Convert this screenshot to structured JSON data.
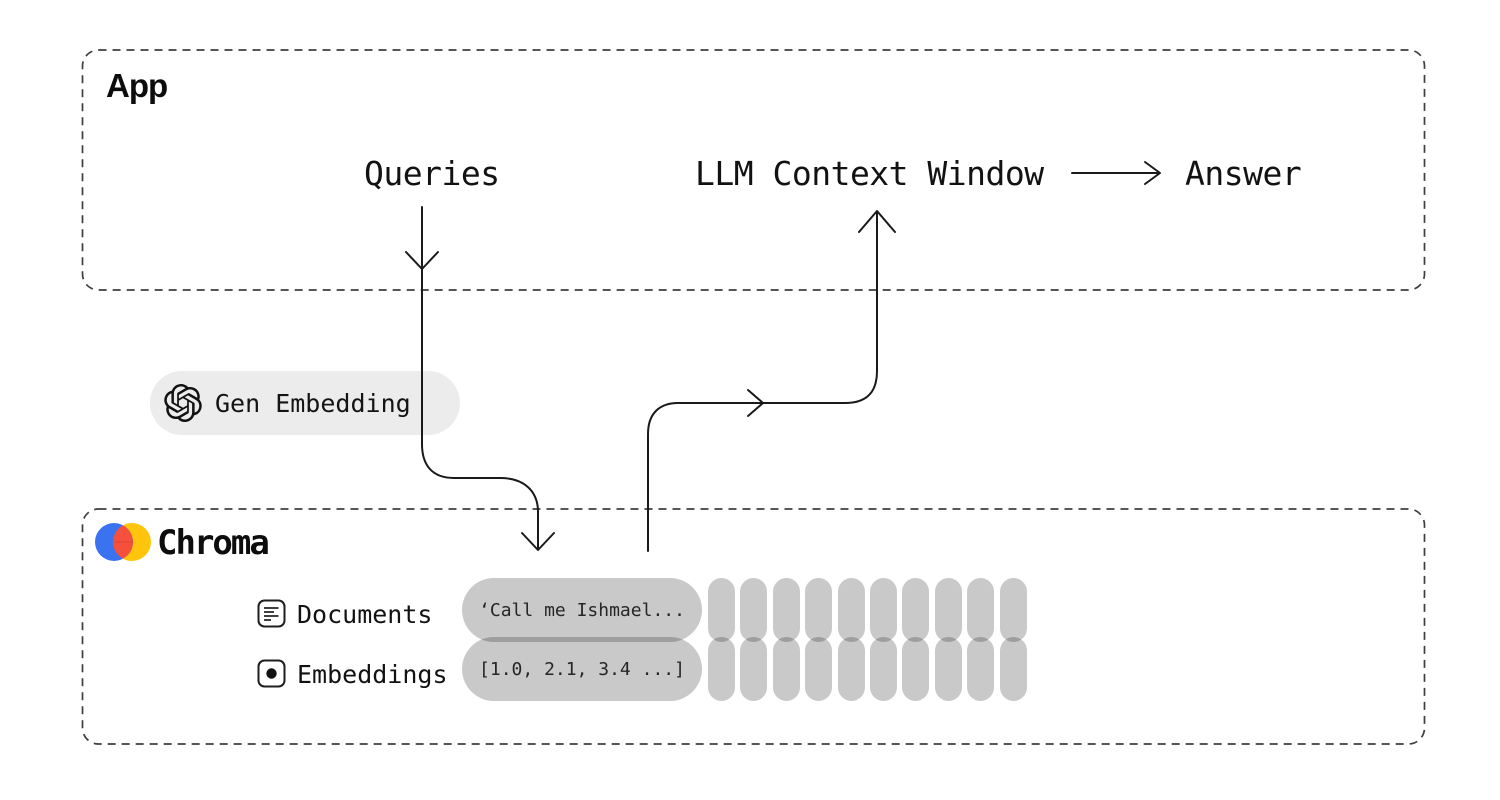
{
  "app": {
    "title": "App",
    "queries_label": "Queries",
    "context_window_label": "LLM Context Window",
    "answer_label": "Answer"
  },
  "embedding_service": {
    "icon": "openai-logo",
    "label": "Gen Embedding"
  },
  "chroma": {
    "title": "Chroma",
    "logo": {
      "icon": "chroma-logo",
      "blue": "#3B72F0",
      "yellow": "#FFC50D",
      "red": "#F4503C"
    },
    "rows": [
      {
        "icon": "document-icon",
        "label": "Documents",
        "sample": "‘Call me Ishmael...",
        "pill_count": 10
      },
      {
        "icon": "embedding-icon",
        "label": "Embeddings",
        "sample": "[1.0, 2.1, 3.4 ...]",
        "pill_count": 10
      }
    ]
  },
  "colors": {
    "line": "#1a1a1a",
    "dashed_border": "#3e3e3e",
    "pill_light": "#ececec",
    "pill_gray": "#c9c9c9"
  }
}
